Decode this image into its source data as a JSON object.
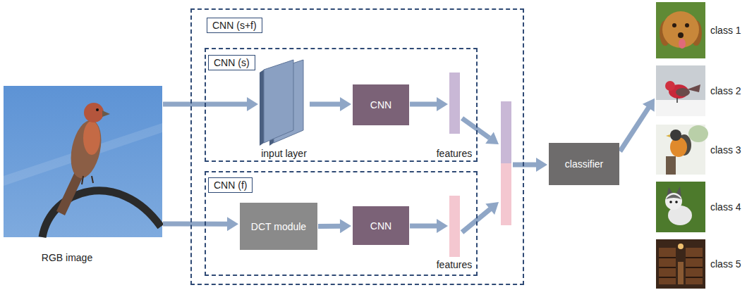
{
  "diagram": {
    "nodes": [
      {
        "text": [
          "RGB image"
        ]
      },
      {
        "text": [
          "CNN (s+f)"
        ]
      },
      {
        "text": [
          "CNN (s)"
        ],
        "in": 1
      },
      {
        "text": [
          "input layer"
        ],
        "in": 2
      },
      {
        "text": [
          "CNN"
        ],
        "in": 2
      },
      {
        "text": [
          "features"
        ],
        "in": 2
      },
      {
        "text": [
          "CNN (f)"
        ],
        "in": 1
      },
      {
        "text": [
          "DCT module"
        ],
        "in": 6
      },
      {
        "text": [
          "CNN"
        ],
        "in": 6
      },
      {
        "text": [
          "features"
        ],
        "in": 6
      },
      {
        "text": [
          "classifier"
        ]
      },
      {
        "text": [
          "class 1"
        ]
      },
      {
        "text": [
          "class 2"
        ]
      },
      {
        "text": [
          "class 3"
        ]
      },
      {
        "text": [
          "class 4"
        ]
      },
      {
        "text": [
          "class 5"
        ]
      }
    ],
    "edges": [
      {
        "from": 0,
        "to": 3,
        "arrow": "to"
      },
      {
        "from": 0,
        "to": 7,
        "arrow": "to"
      },
      {
        "from": 3,
        "to": 4,
        "arrow": "to"
      },
      {
        "from": 4,
        "to": 5,
        "arrow": "to"
      },
      {
        "from": 7,
        "to": 8,
        "arrow": "to"
      },
      {
        "from": 8,
        "to": 9,
        "arrow": "to"
      },
      {
        "from": 10,
        "to": 12,
        "arrow": "to"
      }
    ]
  }
}
